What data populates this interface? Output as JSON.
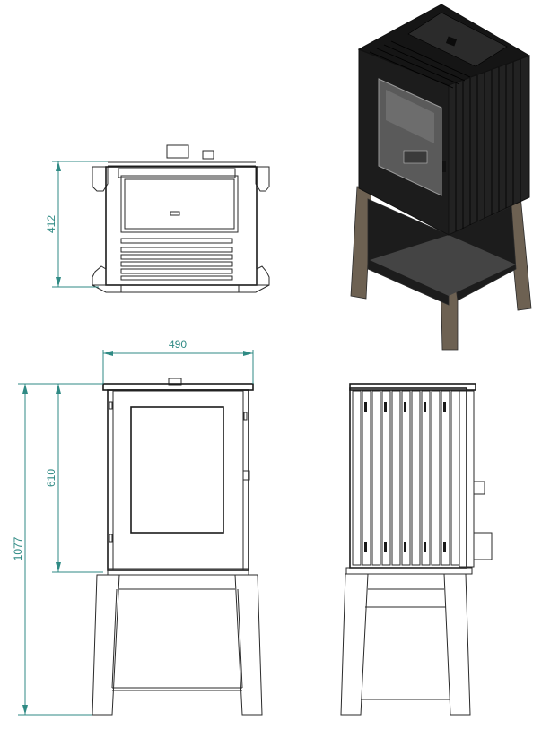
{
  "dimensions": {
    "top_view_depth": "412",
    "front_width": "490",
    "body_height": "610",
    "total_height": "1077"
  },
  "colors": {
    "dimension_line": "#2f8a84",
    "stove_body": "#1c1c1c",
    "stove_legs": "#6d6152",
    "line_art": "#2a2a2a"
  }
}
